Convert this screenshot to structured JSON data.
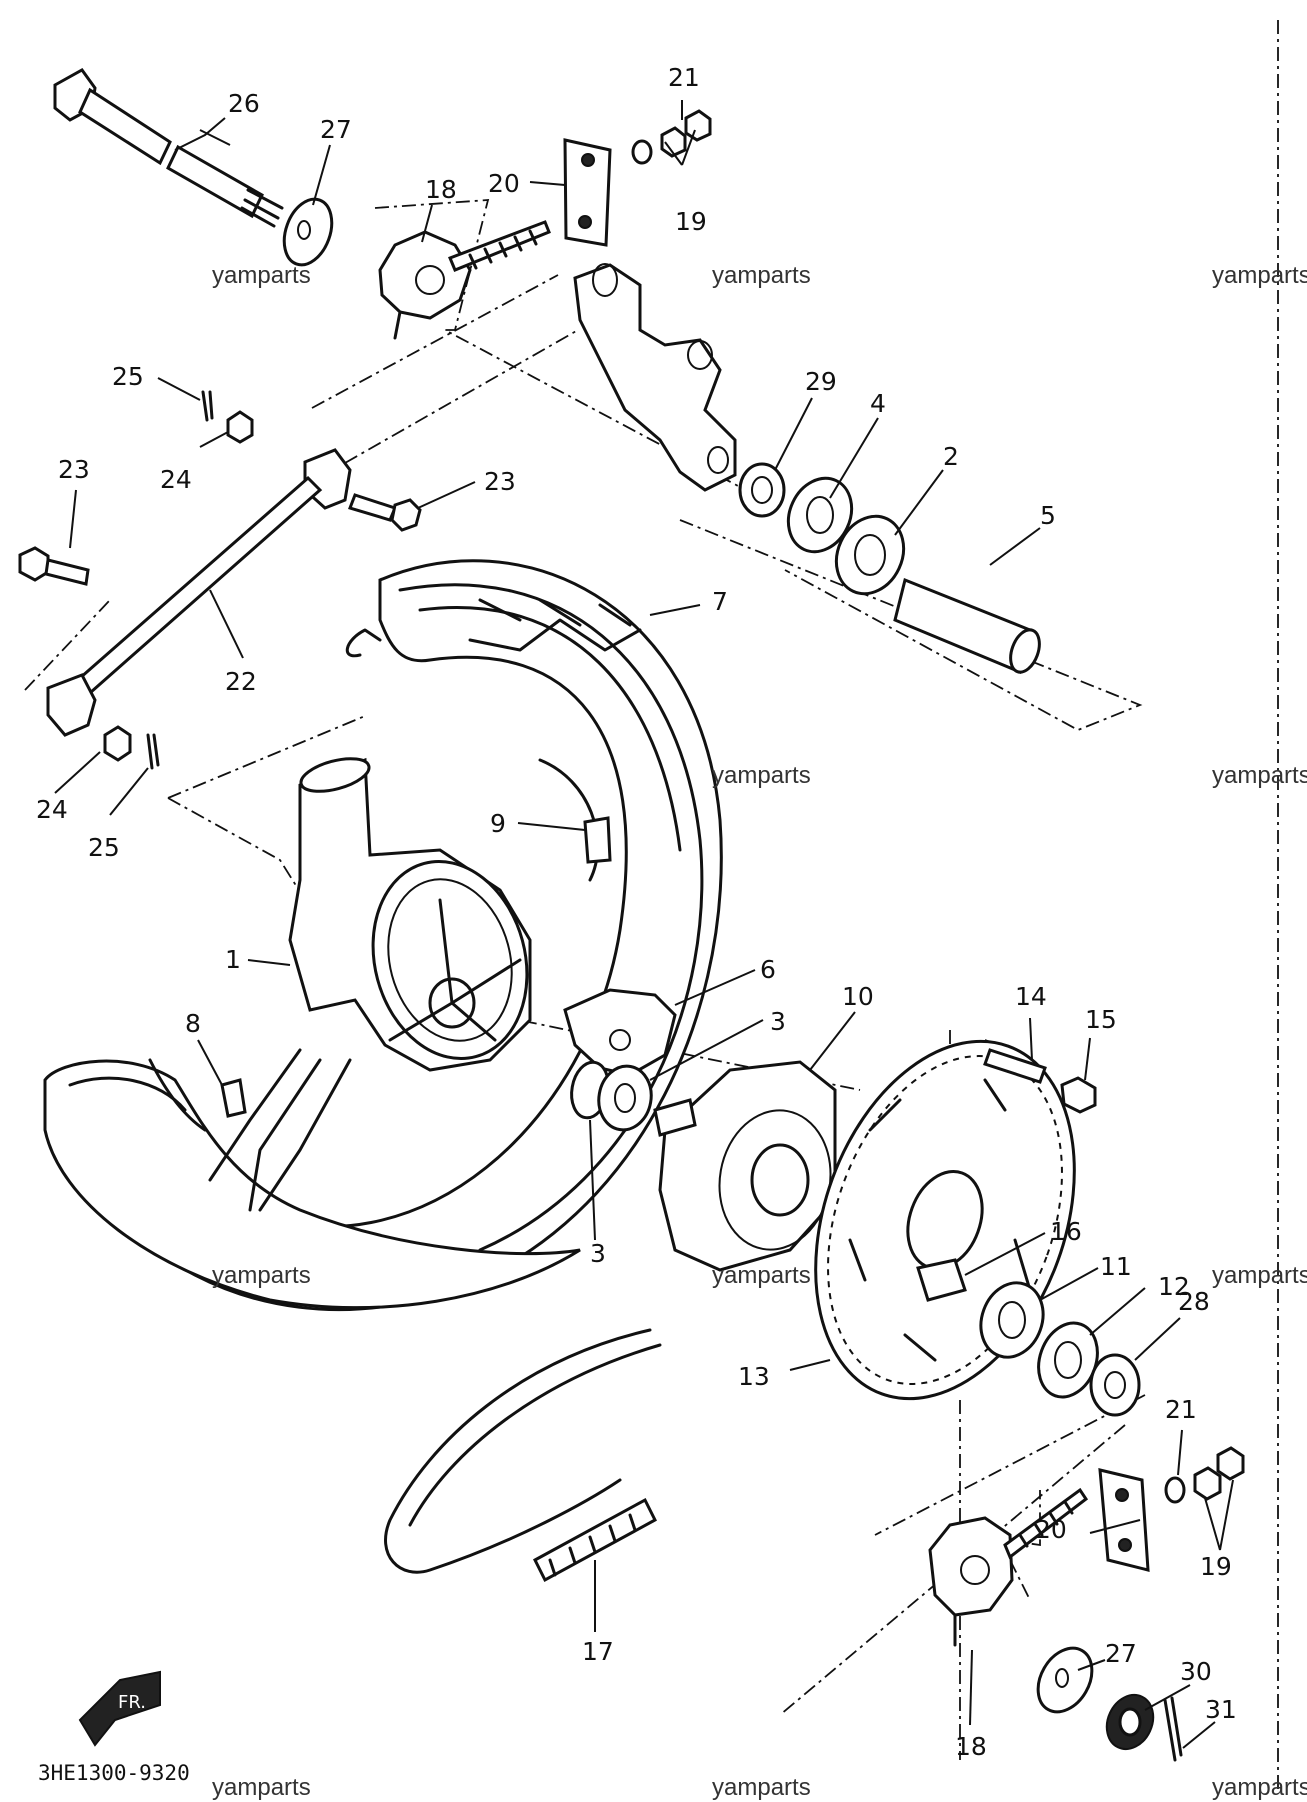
{
  "diagram": {
    "code": "3HE1300-9320",
    "front_mark": "FR.",
    "watermark": "yamparts",
    "callouts": {
      "c1": "1",
      "c2": "2",
      "c3a": "3",
      "c3b": "3",
      "c4": "4",
      "c5": "5",
      "c6": "6",
      "c7": "7",
      "c8": "8",
      "c9": "9",
      "c10": "10",
      "c11": "11",
      "c12": "12",
      "c13": "13",
      "c14": "14",
      "c15": "15",
      "c16": "16",
      "c17": "17",
      "c18a": "18",
      "c18b": "18",
      "c19a": "19",
      "c19b": "19",
      "c20a": "20",
      "c20b": "20",
      "c21a": "21",
      "c21b": "21",
      "c22": "22",
      "c23a": "23",
      "c23b": "23",
      "c24a": "24",
      "c24b": "24",
      "c25a": "25",
      "c25b": "25",
      "c26": "26",
      "c27a": "27",
      "c27b": "27",
      "c28": "28",
      "c29": "29",
      "c30": "30",
      "c31": "31"
    }
  }
}
